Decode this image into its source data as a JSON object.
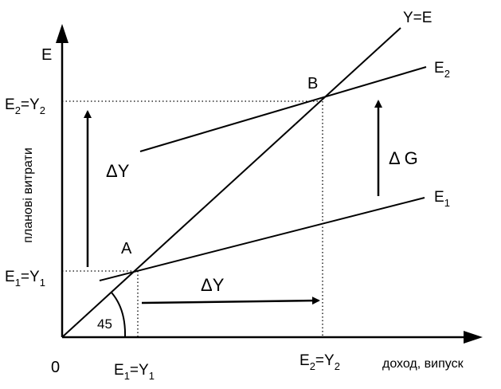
{
  "axes": {
    "y_axis_label": "E",
    "y_axis_title": "планові витрати",
    "x_axis_title": "доход, випуск",
    "origin_label": "0"
  },
  "lines": {
    "guide_label": "Y=E",
    "e1_label": "E",
    "e1_sub": "1",
    "e2_label": "E",
    "e2_sub": "2"
  },
  "points": {
    "a_label": "A",
    "b_label": "B"
  },
  "angle_label": "45",
  "changes": {
    "delta_y_vertical": "ΔY",
    "delta_y_horizontal": "ΔY",
    "delta_g": "Δ G"
  },
  "ticks": {
    "y_low": {
      "a": "E",
      "a_sub": "1",
      "b": "=Y",
      "b_sub": "1"
    },
    "y_high": {
      "a": "E",
      "a_sub": "2",
      "b": "=Y",
      "b_sub": "2"
    },
    "x_low": {
      "a": "E",
      "a_sub": "1",
      "b": "=Y",
      "b_sub": "1"
    },
    "x_high": {
      "a": "E",
      "a_sub": "2",
      "b": "=Y",
      "b_sub": "2"
    }
  },
  "colors": {
    "ink": "#000000",
    "background": "#ffffff"
  }
}
